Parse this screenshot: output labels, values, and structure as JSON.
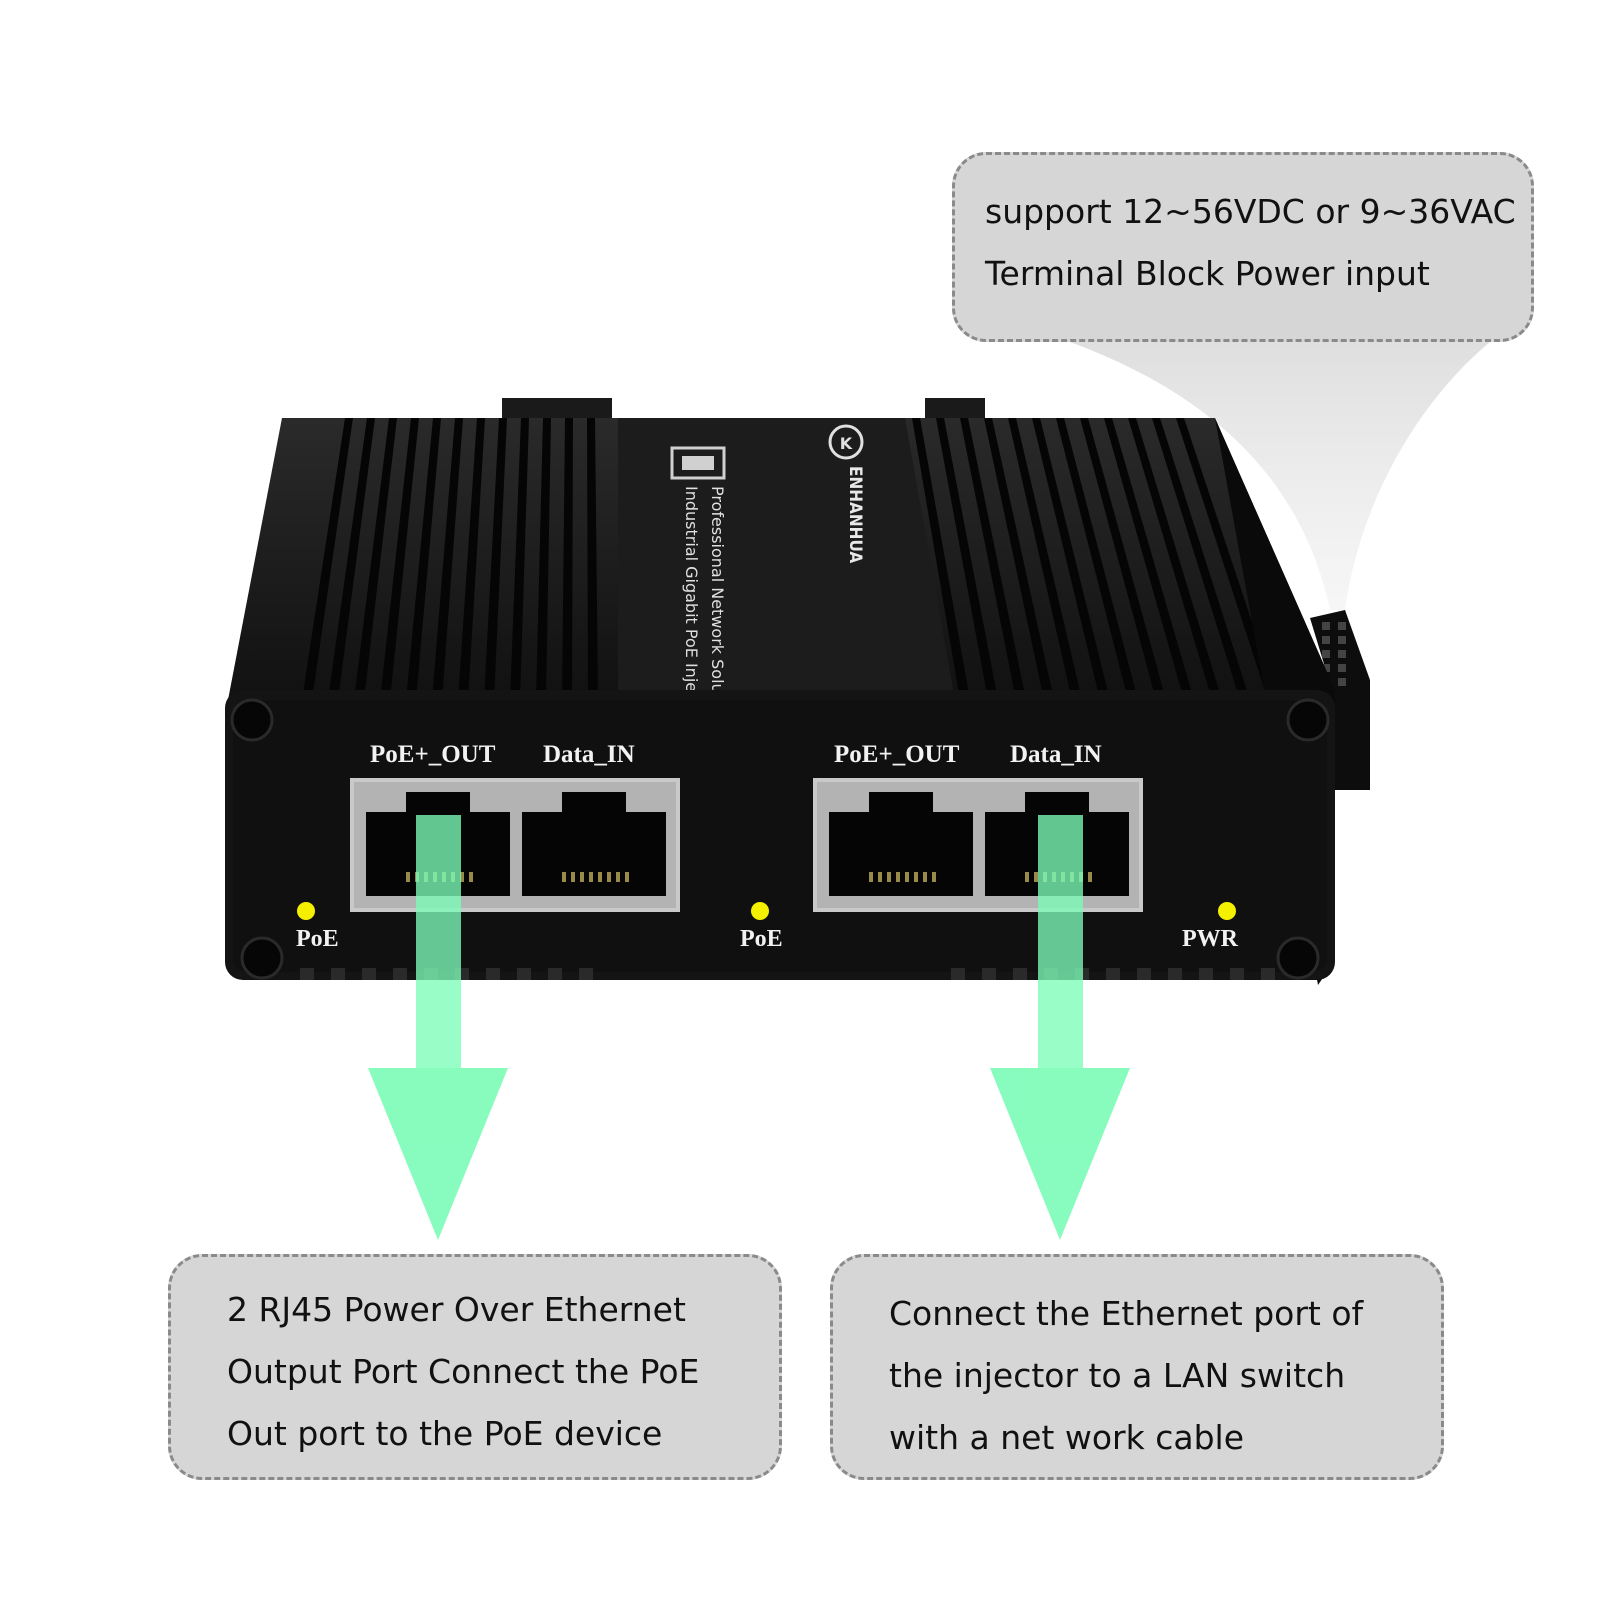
{
  "callouts": {
    "power": {
      "lines": [
        "support 12~56VDC or 9~36VAC",
        "Terminal Block Power input"
      ]
    },
    "poe_out": {
      "lines": [
        "2 RJ45 Power Over Ethernet",
        "Output Port Connect the PoE",
        "Out port to the PoE device"
      ]
    },
    "data_in": {
      "lines": [
        "Connect the Ethernet port of",
        "the injector to a LAN switch",
        "with a net work cable"
      ]
    }
  },
  "device": {
    "brand": "ENHANHUA",
    "top_label_line1": "Professional Network Solution",
    "top_label_line2": "Industrial Gigabit PoE Injector",
    "ports": [
      {
        "label": "PoE+_OUT"
      },
      {
        "label": "Data_IN"
      },
      {
        "label": "PoE+_OUT"
      },
      {
        "label": "Data_IN"
      }
    ],
    "leds": [
      {
        "label": "PoE",
        "color": "#f4f000"
      },
      {
        "label": "PoE",
        "color": "#f4f000"
      },
      {
        "label": "PWR",
        "color": "#f4f000"
      }
    ]
  },
  "colors": {
    "arrow": "#7dfcb8",
    "callout_bg": "#d6d6d6",
    "device_body": "#141414"
  },
  "icons": [
    "rj45-port-icon",
    "brand-logo-icon",
    "down-arrow-icon"
  ]
}
